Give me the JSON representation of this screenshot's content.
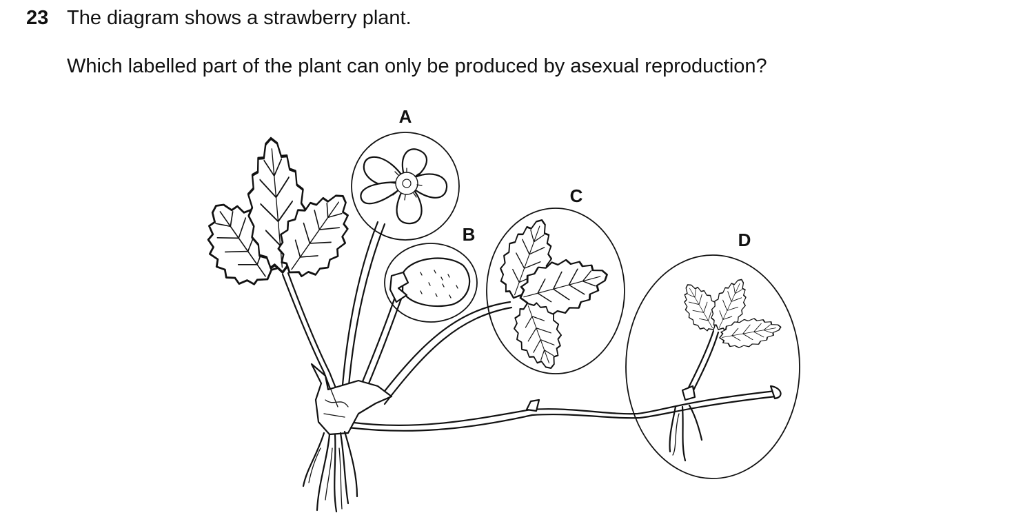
{
  "question": {
    "number": "23",
    "title": "The diagram shows a strawberry plant.",
    "prompt": "Which labelled part of the plant can only be produced by asexual reproduction?"
  },
  "diagram": {
    "labels": {
      "A": "A",
      "B": "B",
      "C": "C",
      "D": "D"
    }
  }
}
